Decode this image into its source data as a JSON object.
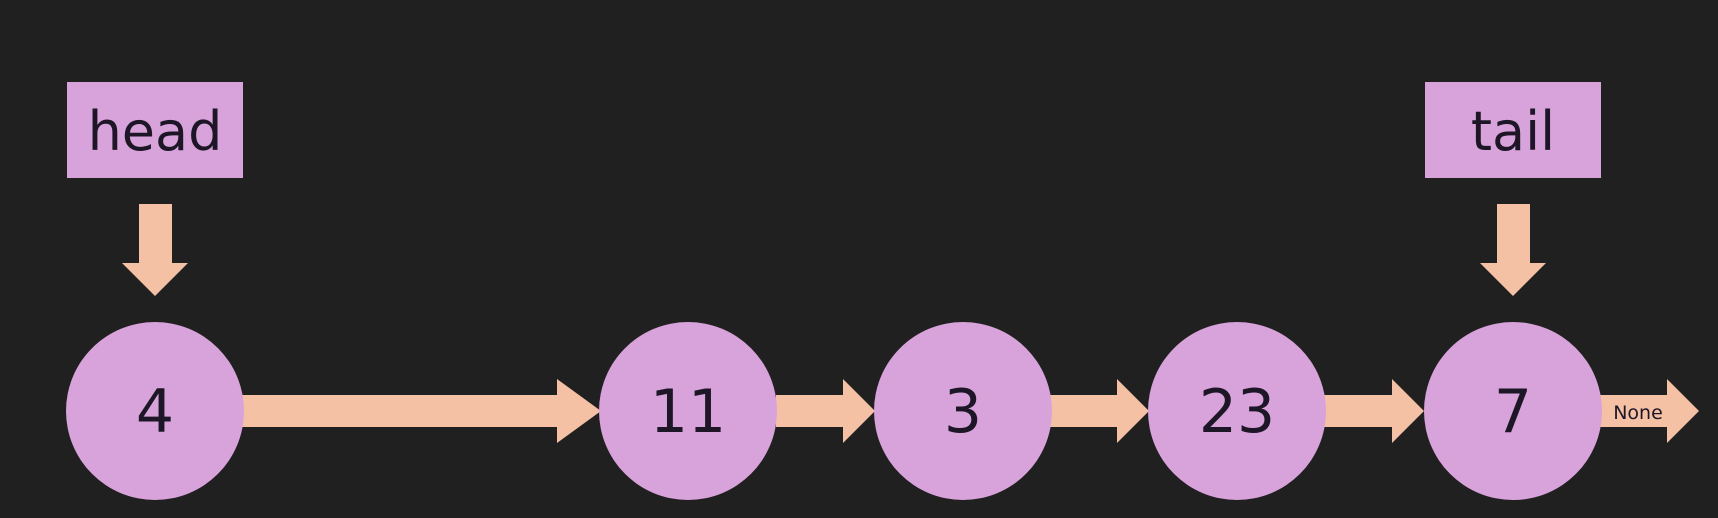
{
  "pointers": {
    "head": "head",
    "tail": "tail"
  },
  "nodes": [
    {
      "value": "4"
    },
    {
      "value": "11"
    },
    {
      "value": "3"
    },
    {
      "value": "23"
    },
    {
      "value": "7"
    }
  ],
  "terminator": "None",
  "colors": {
    "background": "#202020",
    "node_fill": "#d8a2da",
    "arrow_fill": "#f5c1a5",
    "text": "#1c1626"
  }
}
